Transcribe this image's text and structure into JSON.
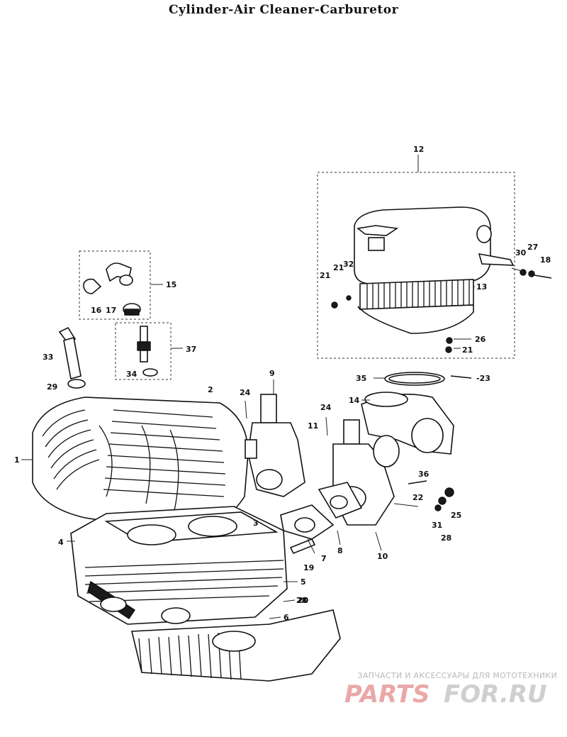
{
  "title": "Cylinder-Air Cleaner-Carburetor",
  "watermark": {
    "line1": "ЗАПЧАСТИ И АКСЕССУАРЫ ДЛЯ МОТОТЕХНИКИ",
    "logo_left": "PARTS",
    "logo_right": "FOR.RU",
    "color": "#e8a0a0"
  },
  "callouts": [
    "1",
    "2",
    "3",
    "4",
    "5",
    "6",
    "7",
    "8",
    "9",
    "10",
    "11",
    "12",
    "13",
    "14",
    "15",
    "16",
    "17",
    "18",
    "19",
    "20",
    "21",
    "22",
    "23",
    "24",
    "25",
    "26",
    "27",
    "28",
    "29",
    "30",
    "31",
    "32",
    "33",
    "34",
    "35",
    "36",
    "37"
  ],
  "labels": {
    "c1": "1",
    "c2": "2",
    "c3": "3",
    "c4": "4",
    "c5": "5",
    "c6": "6",
    "c7": "7",
    "c8": "8",
    "c9": "9",
    "c10": "10",
    "c11": "11",
    "c12": "12",
    "c13": "13",
    "c14": "14",
    "c15": "15",
    "c16": "16",
    "c17": "17",
    "c18": "18",
    "c19": "19",
    "c20": "20",
    "c21a": "21",
    "c21b": "21",
    "c21c": "21",
    "c22": "22",
    "c23": "-23",
    "c24a": "24",
    "c24b": "24",
    "c25": "25",
    "c26": "26",
    "c27": "27",
    "c28a": "28",
    "c28b": "28",
    "c29": "29",
    "c30": "30",
    "c31": "31",
    "c32": "32",
    "c33": "33",
    "c34": "34",
    "c35": "35",
    "c36": "36",
    "c37": "37"
  }
}
